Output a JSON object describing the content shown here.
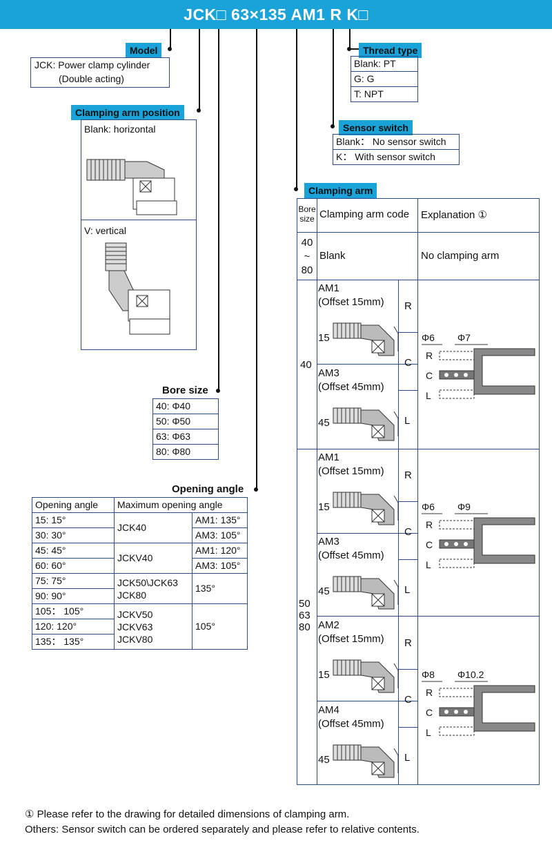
{
  "banner": {
    "title": "JCK□ 63×135 AM1 R K□"
  },
  "model": {
    "header": "Model",
    "line1": "JCK: Power clamp cylinder",
    "line2": "(Double acting)"
  },
  "arm_position": {
    "header": "Clamping arm position",
    "horizontal": "Blank:  horizontal",
    "vertical": "V:  vertical"
  },
  "thread": {
    "header": "Thread type",
    "rows": [
      "Blank: PT",
      "G: G",
      "T: NPT"
    ]
  },
  "sensor": {
    "header": "Sensor switch",
    "rows": [
      "Blank： No sensor switch",
      "K： With sensor switch"
    ]
  },
  "bore": {
    "header": "Bore size",
    "rows": [
      "40: Φ40",
      "50: Φ50",
      "63: Φ63",
      "80: Φ80"
    ]
  },
  "opening": {
    "header": "Opening angle",
    "col1": "Opening angle",
    "col2": "Maximum opening angle",
    "angles": [
      "15:  15°",
      "30:  30°",
      "45:  45°",
      "60:  60°",
      "75:  75°",
      "90:  90°",
      "105： 105°",
      "120:  120°",
      "135： 135°"
    ],
    "groups": [
      "JCK40",
      "JCKV40",
      "JCK50\\JCK63\nJCK80",
      "JCKV50\nJCKV63\nJCKV80"
    ],
    "max": [
      "AM1: 135°",
      "AM3: 105°",
      "AM1: 120°",
      "AM3: 105°",
      "135°",
      "105°"
    ]
  },
  "clamping_arm": {
    "header": "Clamping arm",
    "col_bore": "Bore size",
    "col_code": "Clamping arm code",
    "col_exp": "Explanation ①",
    "row0": {
      "bore": "40\n~\n80",
      "code": "Blank",
      "exp": "No clamping arm"
    },
    "bore40": "40",
    "bore5080": "50\n63\n80",
    "arms": [
      {
        "code": "AM1",
        "offset": "(Offset 15mm)",
        "angle": "15"
      },
      {
        "code": "AM3",
        "offset": "(Offset 45mm)",
        "angle": "45"
      },
      {
        "code": "AM1",
        "offset": "(Offset 15mm)",
        "angle": "15"
      },
      {
        "code": "AM3",
        "offset": "(Offset 45mm)",
        "angle": "45"
      },
      {
        "code": "AM2",
        "offset": "(Offset 15mm)",
        "angle": "15"
      },
      {
        "code": "AM4",
        "offset": "(Offset 45mm)",
        "angle": "45"
      }
    ],
    "rcl": [
      "R",
      "C",
      "L"
    ],
    "dims": [
      {
        "a": "Φ6",
        "b": "Φ7"
      },
      {
        "a": "Φ6",
        "b": "Φ9"
      },
      {
        "a": "Φ8",
        "b": "Φ10.2"
      }
    ]
  },
  "notes": {
    "n1": "① Please refer to the drawing for detailed dimensions of clamping arm.",
    "n2": "Others: Sensor switch can be ordered separately and please refer to relative contents."
  }
}
